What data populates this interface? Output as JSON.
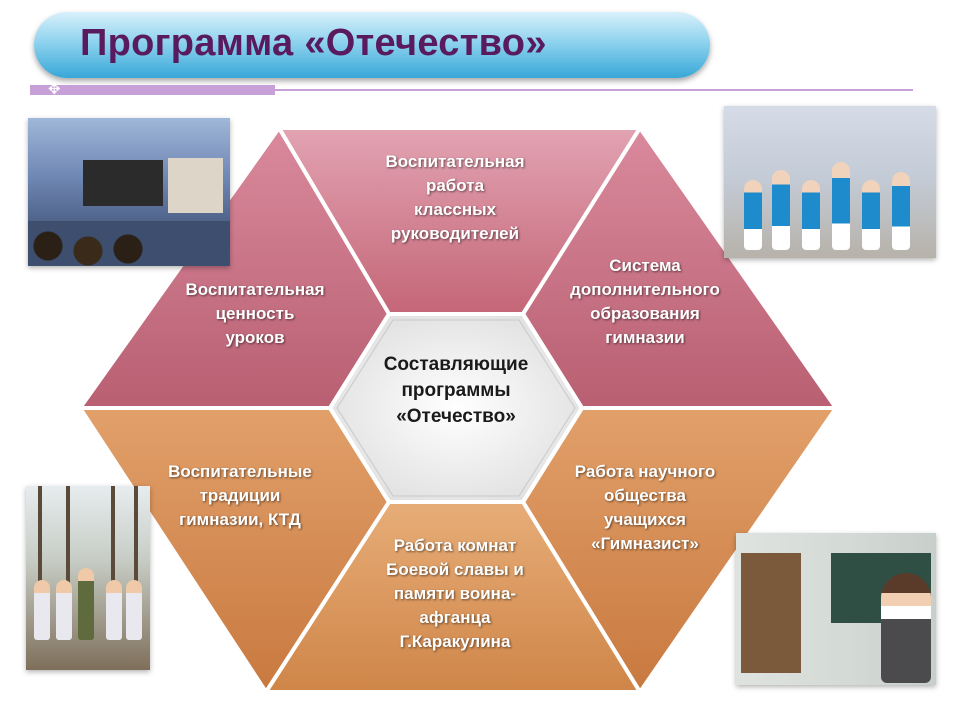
{
  "title": "Программа «Отечество»",
  "center": "Составляющие\nпрограммы\n«Отечество»",
  "segments": {
    "top": "Воспитательная\nработа\nклассных\nруководителей",
    "upper_left": "Воспитательная\nценность\nуроков",
    "upper_right": "Система\nдополнительного\nобразования\nгимназии",
    "lower_left": "Воспитательные\nтрадиции\nгимназии, КТД",
    "lower_right": "Работа научного\nобщества\nучащихся\n«Гимназист»",
    "bottom": "Работа комнат\nБоевой славы и\nпамяти воина-\nафганца\nГ.Каракулина"
  },
  "colors": {
    "title_text": "#5a1a5e",
    "title_bar": "#38a7d8",
    "accent_rule": "#c6a0d6",
    "pink_segments": "#c86e7e",
    "orange_segments": "#d48a4a",
    "center_fill": "#eeeeee"
  },
  "icons": [
    "bullet-mark-icon"
  ]
}
